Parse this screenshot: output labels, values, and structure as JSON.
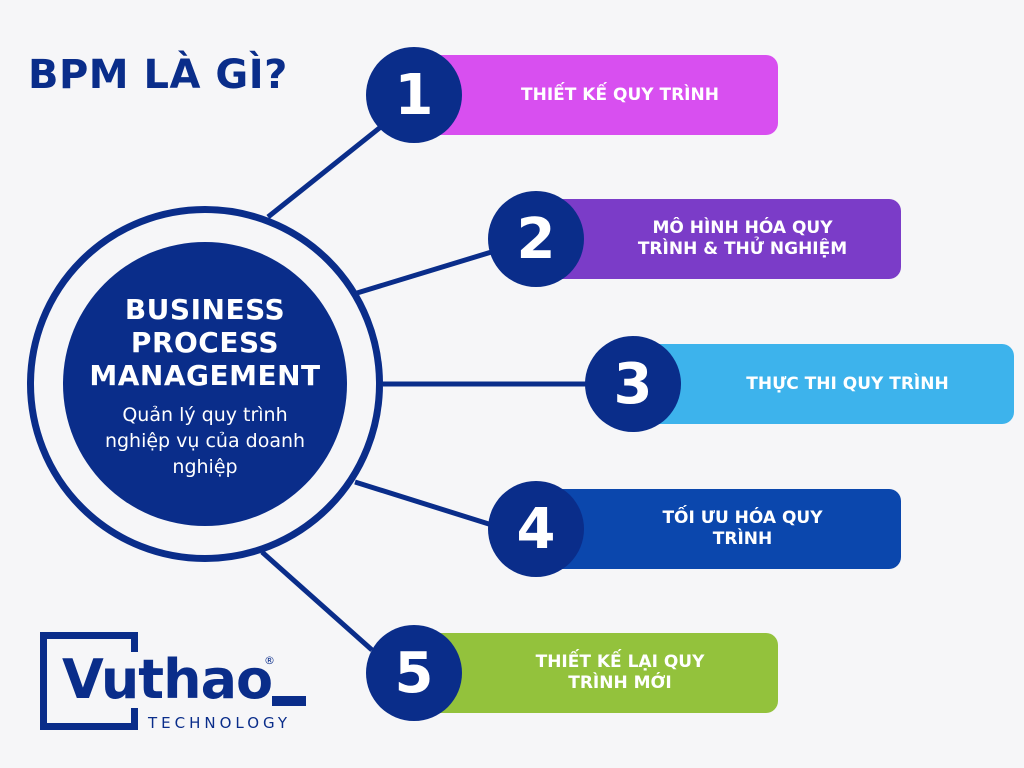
{
  "title": "BPM LÀ GÌ?",
  "center": {
    "title": "BUSINESS\nPROCESS\nMANAGEMENT",
    "subtitle": "Quản lý quy trình\nnghiệp vụ của doanh\nnghiệp"
  },
  "colors": {
    "navy": "#0a2d8a",
    "background": "#f6f6f8",
    "step1": "#d84ff0",
    "step2": "#7b3cc8",
    "step3": "#3db3ec",
    "step4": "#0b47ad",
    "step5": "#93c23c"
  },
  "steps": [
    {
      "number": "1",
      "label": "THIẾT KẾ QUY TRÌNH"
    },
    {
      "number": "2",
      "label": "MÔ HÌNH HÓA QUY\nTRÌNH & THỬ NGHIỆM"
    },
    {
      "number": "3",
      "label": "THỰC THI QUY TRÌNH"
    },
    {
      "number": "4",
      "label": "TỐI ƯU HÓA QUY\nTRÌNH"
    },
    {
      "number": "5",
      "label": "THIẾT KẾ LẠI QUY\nTRÌNH MỚI"
    }
  ],
  "logo": {
    "wordmark": "Vuthao",
    "registered": "®",
    "tagline": "TECHNOLOGY"
  }
}
